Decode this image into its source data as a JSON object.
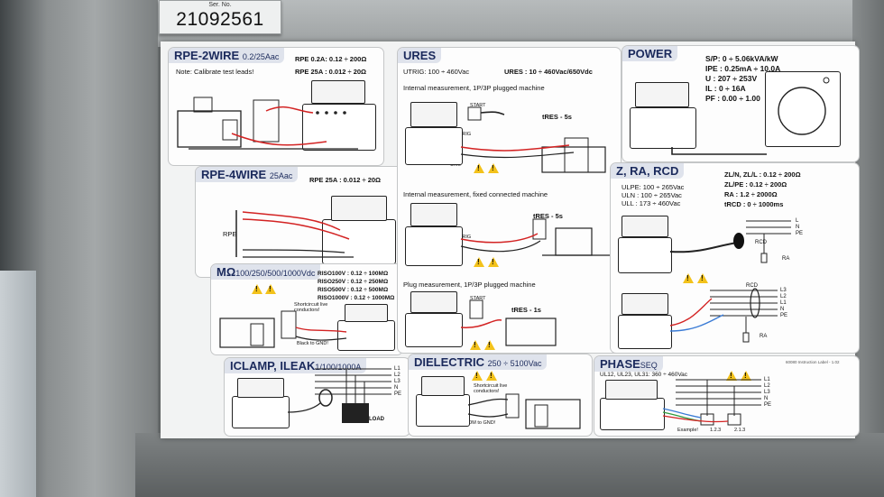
{
  "serial": {
    "caption": "Ser. No.",
    "number": "21092561"
  },
  "panels": {
    "rpe2": {
      "title": "RPE-2WIRE",
      "sub": "0.2/25Aac",
      "note": "Note: Calibrate test leads!",
      "spec1": "RPE 0.2A: 0.12 ÷ 200Ω",
      "spec2": "RPE 25A : 0.012 ÷ 20Ω"
    },
    "rpe4": {
      "title": "RPE-4WIRE",
      "sub": "25Aac",
      "spec": "RPE 25A : 0.012 ÷ 20Ω",
      "rpe_label": "RPE"
    },
    "miso": {
      "title": "MΩ",
      "sub": "100/250/500/1000Vdc",
      "r1": "RISO100V : 0.12 ÷ 100MΩ",
      "r2": "RISO250V : 0.12 ÷ 250MΩ",
      "r3": "RISO500V : 0.12 ÷ 500MΩ",
      "r4": "RISO1000V : 0.12 ÷ 1000MΩ",
      "shortcircuit": "Shortcircuit live conductors!",
      "black": "Black to GND!"
    },
    "iclamp": {
      "title": "ICLAMP, ILEAK",
      "sub": "1/100/1000A",
      "load": "LOAD",
      "phases": [
        "L1",
        "L2",
        "L3",
        "N",
        "PE"
      ]
    },
    "ures": {
      "title": "URES",
      "utrig": "UTRIG: 100 ÷ 460Vac",
      "ures_range": "URES : 10 ÷ 460Vac/650Vdc",
      "int1": "Internal measurement, 1P/3P plugged machine",
      "start": "START",
      "trig": "TRIG",
      "tres5": "tRES - 5s",
      "int2": "Internal measurement, fixed connected machine",
      "plug": "Plug measurement, 1P/3P plugged machine",
      "tres1": "tRES - 1s",
      "ures_lbl": "Ures"
    },
    "dielectric": {
      "title": "DIELECTRIC",
      "sub": "250 ÷ 5100Vac",
      "short": "Shortcircuit live conductors!",
      "com": "COM to GND!"
    },
    "power": {
      "title": "POWER",
      "sp": "S/P: 0 ÷ 5.06kVA/kW",
      "ipe": "IPE : 0.25mA ÷ 10.0A",
      "u": "U : 207 ÷ 253V",
      "il": "IL : 0 ÷ 16A",
      "pf": "PF : 0.00 ÷ 1.00"
    },
    "zra": {
      "title": "Z, RA, RCD",
      "ulpe": "ULPE: 100 ÷ 265Vac",
      "ulnv": "ULN : 100 ÷ 265Vac",
      "ullv": "ULL : 173 ÷ 460Vac",
      "zln": "ZL/N, ZL/L : 0.12 ÷ 200Ω",
      "zlpe": "ZL/PE : 0.12 ÷ 200Ω",
      "ra": "RA : 1.2 ÷ 2000Ω",
      "trcd": "tRCD : 0 ÷ 1000ms",
      "rcd": "RCD",
      "ra_lbl": "RA",
      "lnpe": [
        "L",
        "N",
        "PE"
      ],
      "l123": [
        "L3",
        "L2",
        "L1",
        "N",
        "PE"
      ]
    },
    "phaseseq": {
      "title": "PHASE",
      "sub": "SEQ",
      "spec": "UL12, UL23, UL31: 360 ÷ 460Vac",
      "example": "Example!",
      "s1": "1.2.3",
      "s2": "2.1.3",
      "phases": [
        "L1",
        "L2",
        "L3",
        "N",
        "PE"
      ]
    },
    "footer": "60080 Instruction Label - 1.02"
  }
}
